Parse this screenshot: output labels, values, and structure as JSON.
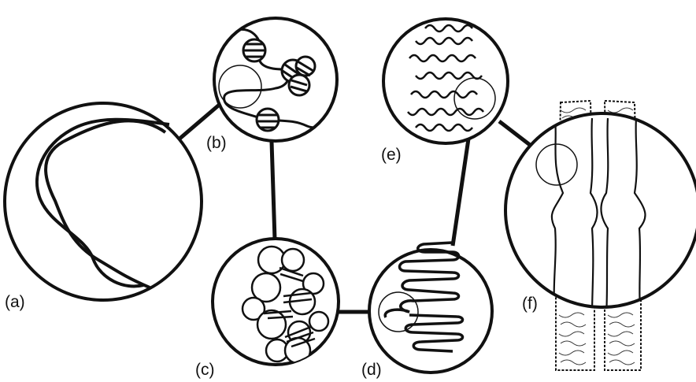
{
  "labels": {
    "a": "(a)",
    "b": "(b)",
    "c": "(c)",
    "d": "(d)",
    "e": "(e)",
    "f": "(f)"
  },
  "colors": {
    "ink": "#111111",
    "background": "#ffffff",
    "chromatin_texture": "#333333"
  }
}
